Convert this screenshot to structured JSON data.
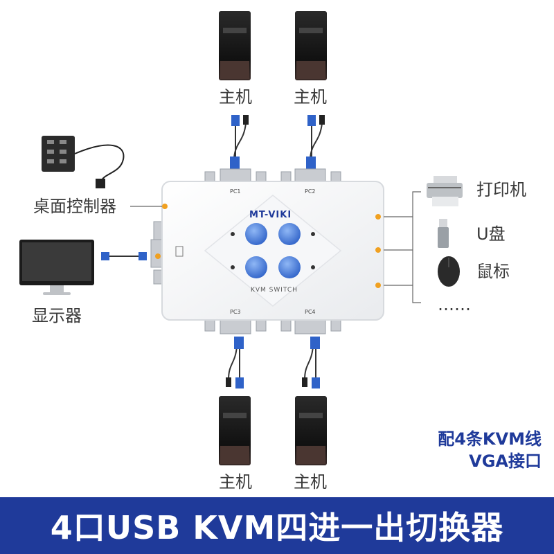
{
  "devices": {
    "host_label": "主机",
    "controller_label": "桌面控制器",
    "monitor_label": "显示器",
    "printer_label": "打印机",
    "usb_label": "U盘",
    "mouse_label": "鼠标",
    "more_label": "……"
  },
  "switch": {
    "brand": "MT-VIKI",
    "model_text": "KVM SWITCH",
    "ports": [
      "PC1",
      "PC2",
      "PC3",
      "PC4"
    ]
  },
  "note": {
    "line1": "配4条KVM线",
    "line2": "VGA接口"
  },
  "banner": {
    "title": "4口USB KVM四进一出切换器"
  },
  "colors": {
    "brand_blue": "#1f3a9a",
    "dot_orange": "#f0a020",
    "button_blue": "#2f6fd6"
  }
}
